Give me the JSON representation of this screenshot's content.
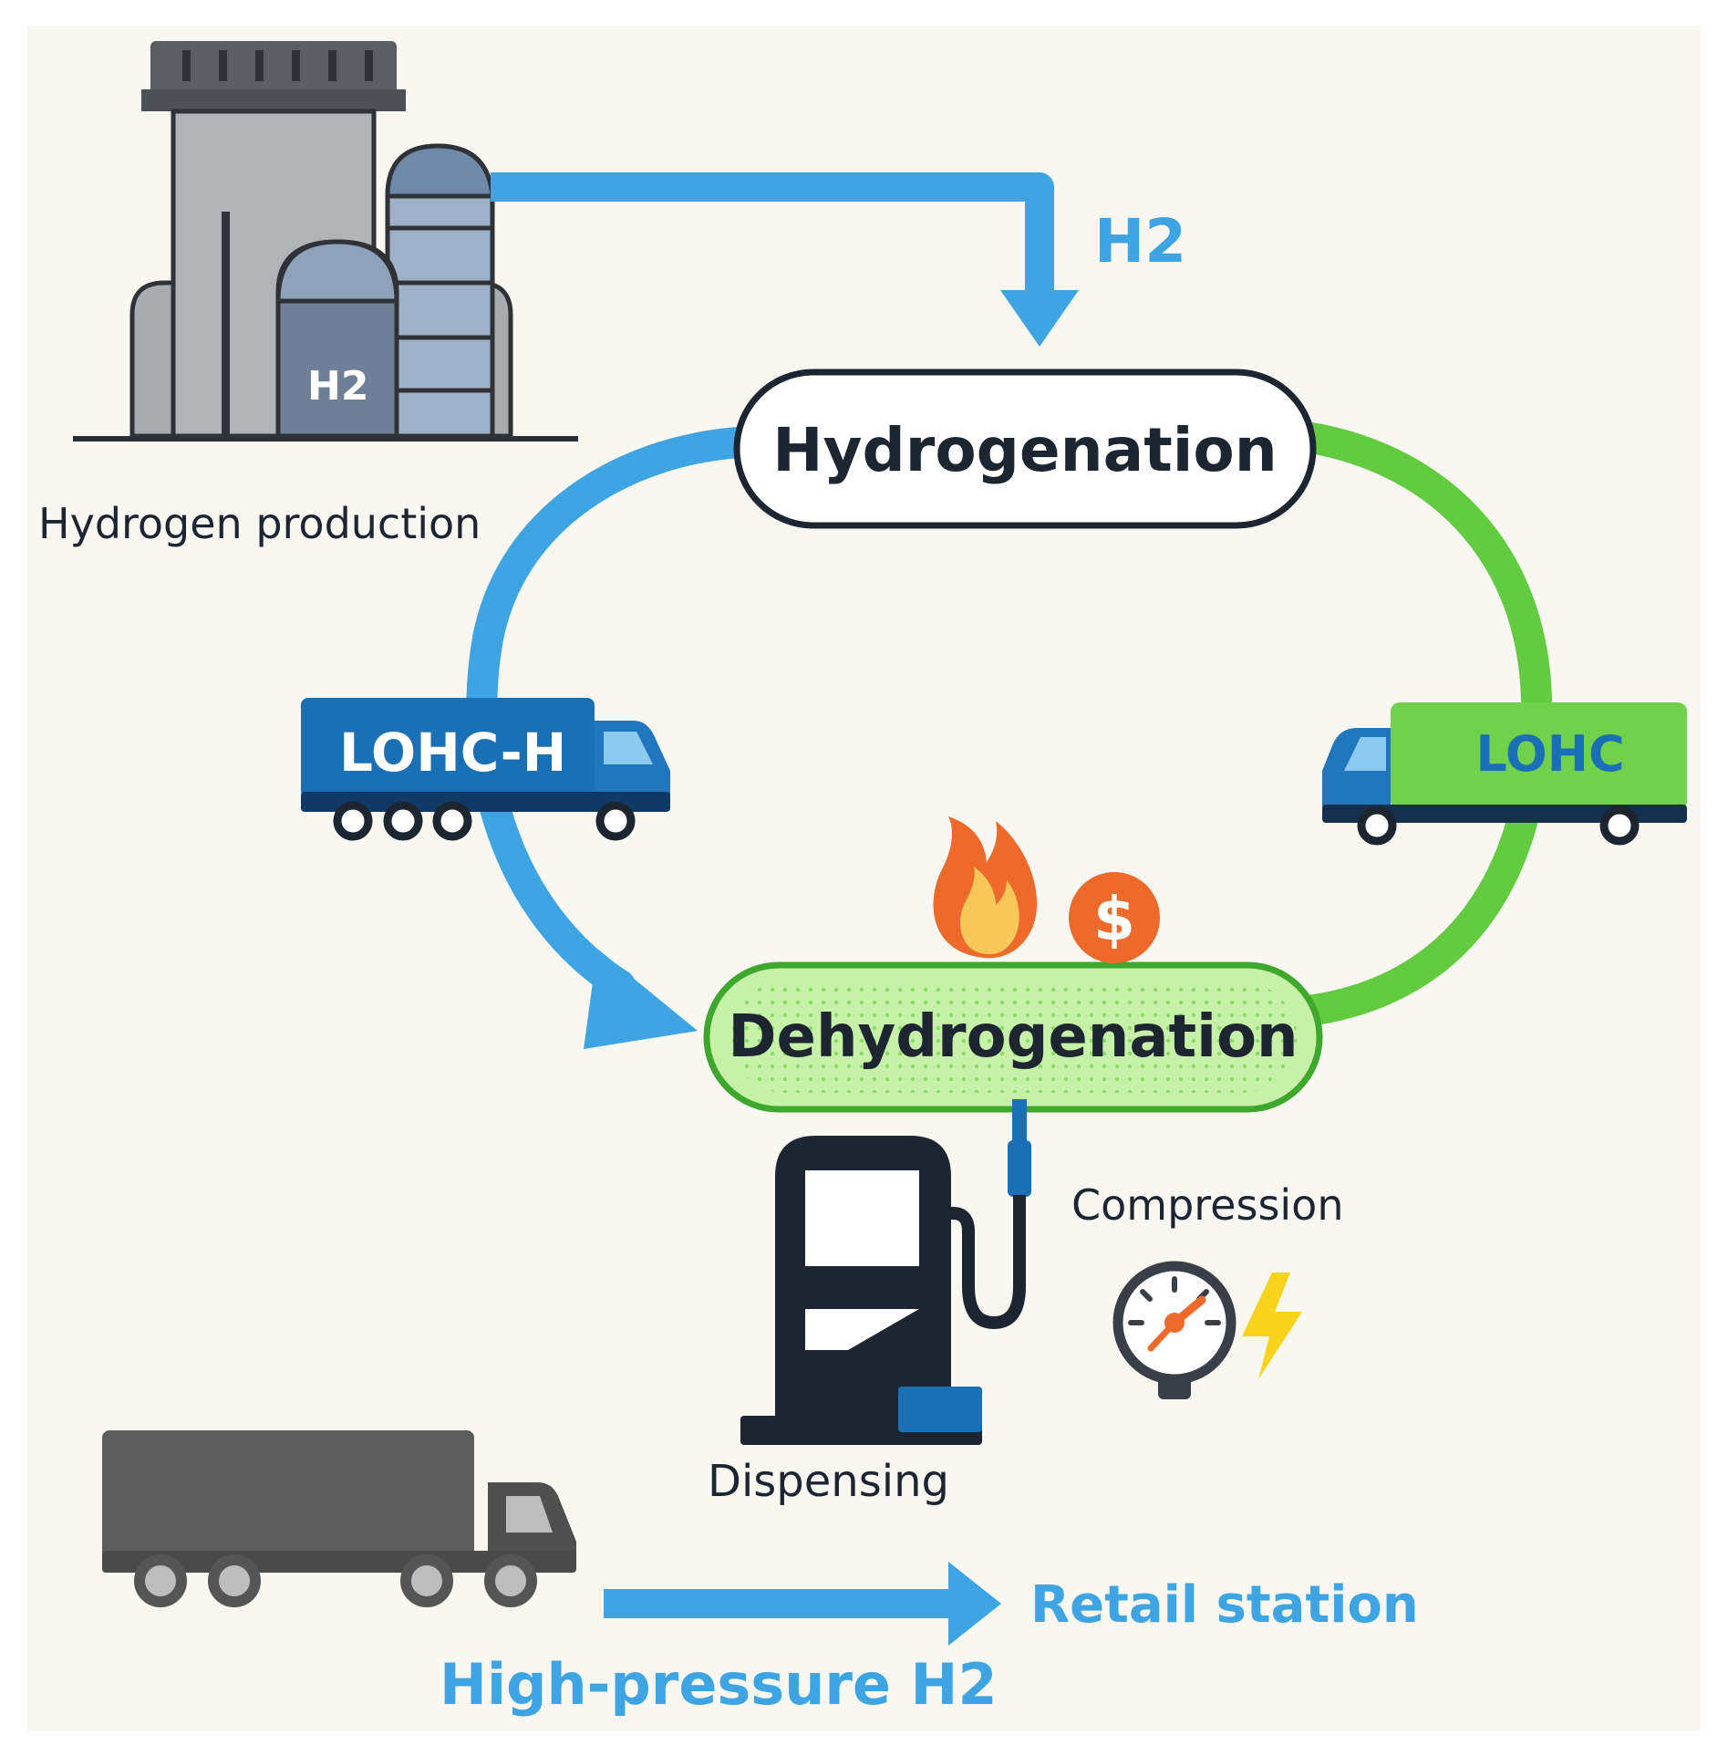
{
  "colors": {
    "background": "#f8f7f2",
    "blue_arrow": "#3fa4e2",
    "green_arrow": "#63cb3f",
    "truck_blue": "#1b6fb5",
    "truck_green": "#6fd24a",
    "dark": "#1d2530",
    "gray_truck": "#5d5d5d",
    "flame": "#ee6a2a",
    "coin": "#ee6a2a",
    "bolt": "#f7d31c"
  },
  "icons": {
    "factory": "factory-icon",
    "truck_loaded": "truck-icon",
    "truck_empty": "truck-icon",
    "flame": "flame-icon",
    "cost": "dollar-coin-icon",
    "pump": "fuel-pump-icon",
    "gauge": "pressure-gauge-icon",
    "bolt": "lightning-bolt-icon",
    "truck_high_pressure": "truck-icon"
  },
  "labels": {
    "factory_tank": "H2",
    "hydrogen_production": "Hydrogen production",
    "h2_flow": "H2",
    "hydrogenation": "Hydrogenation",
    "dehydrogenation": "Dehydrogenation",
    "lohc_h": "LOHC-H",
    "lohc": "LOHC",
    "coin_symbol": "$",
    "compression": "Compression",
    "dispensing": "Dispensing",
    "retail_station": "Retail station",
    "high_pressure_h2": "High-pressure H2"
  }
}
